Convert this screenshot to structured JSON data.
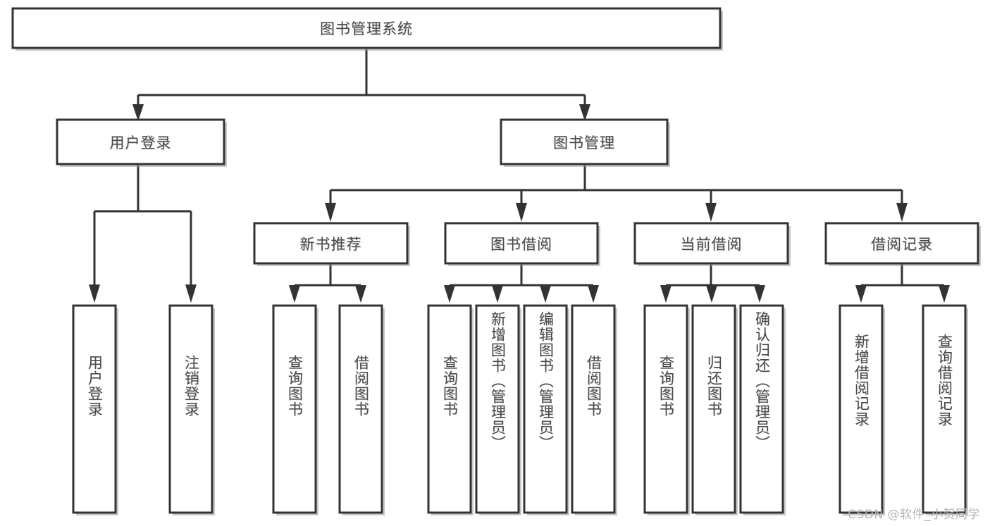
{
  "diagram": {
    "title": "图书管理系统",
    "type": "tree-hierarchy",
    "root": {
      "label": "图书管理系统"
    },
    "level2": [
      {
        "id": "user-login",
        "label": "用户登录"
      },
      {
        "id": "book-manage",
        "label": "图书管理"
      }
    ],
    "level3": [
      {
        "id": "new-book-recommend",
        "label": "新书推荐",
        "parent": "book-manage"
      },
      {
        "id": "book-borrow",
        "label": "图书借阅",
        "parent": "book-manage"
      },
      {
        "id": "current-borrow",
        "label": "当前借阅",
        "parent": "book-manage"
      },
      {
        "id": "borrow-record",
        "label": "借阅记录",
        "parent": "book-manage"
      }
    ],
    "leaves": {
      "user-login": [
        {
          "id": "leaf-user-login",
          "label": "用户登录"
        },
        {
          "id": "leaf-logout",
          "label": "注销登录"
        }
      ],
      "new-book-recommend": [
        {
          "id": "leaf-query-book-1",
          "label": "查询图书"
        },
        {
          "id": "leaf-borrow-book-1",
          "label": "借阅图书"
        }
      ],
      "book-borrow": [
        {
          "id": "leaf-query-book-2",
          "label": "查询图书"
        },
        {
          "id": "leaf-add-book",
          "label": "新增图书（管理员）"
        },
        {
          "id": "leaf-edit-book",
          "label": "编辑图书（管理员）"
        },
        {
          "id": "leaf-borrow-book-2",
          "label": "借阅图书"
        }
      ],
      "current-borrow": [
        {
          "id": "leaf-query-book-3",
          "label": "查询图书"
        },
        {
          "id": "leaf-return-book",
          "label": "归还图书"
        },
        {
          "id": "leaf-confirm-return",
          "label": "确认归还（管理员）"
        }
      ],
      "borrow-record": [
        {
          "id": "leaf-add-record",
          "label": "新增借阅记录"
        },
        {
          "id": "leaf-query-record",
          "label": "查询借阅记录"
        }
      ]
    },
    "colors": {
      "box_fill": "#ffffff",
      "box_stroke": "#333333",
      "text": "#4a4a4a",
      "connector": "#333333",
      "watermark": "#b4b4b4"
    }
  },
  "watermark": {
    "text": "CSDN @软件_小贺同学"
  }
}
